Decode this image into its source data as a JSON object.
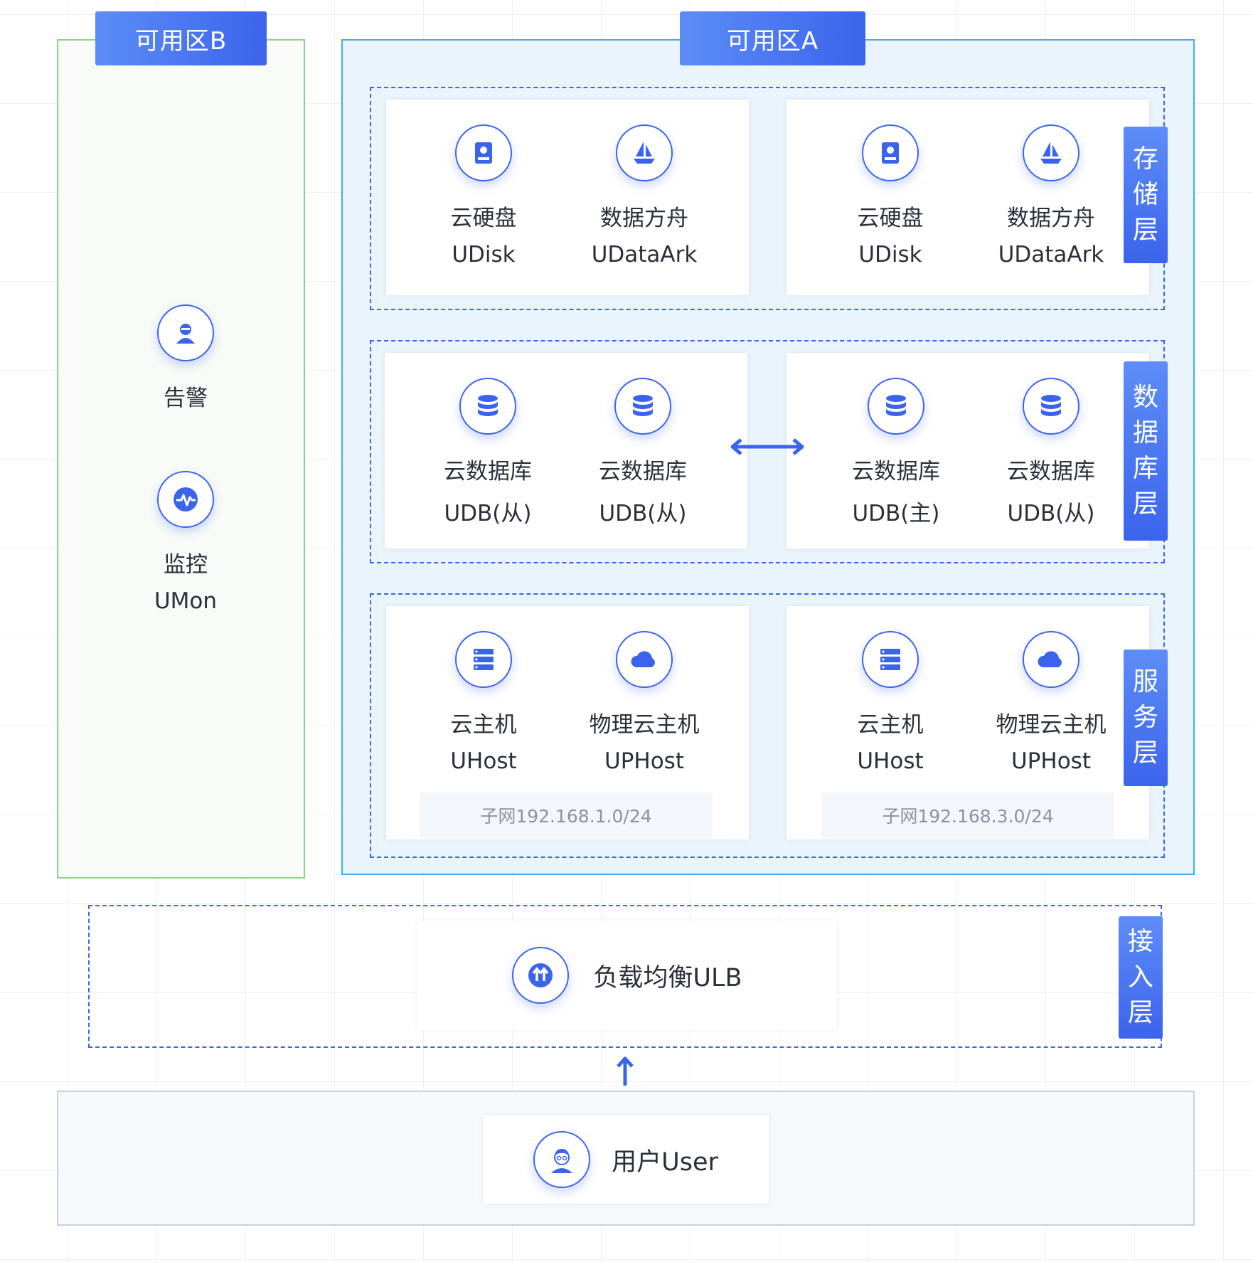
{
  "zones": {
    "zone_b_title": "可用区B",
    "zone_a_title": "可用区A"
  },
  "layers": {
    "storage": [
      "存",
      "储",
      "层"
    ],
    "database": [
      "数",
      "据",
      "库",
      "层"
    ],
    "service": [
      "服",
      "务",
      "层"
    ],
    "access": [
      "接",
      "入",
      "层"
    ]
  },
  "zone_b": {
    "alert": {
      "icon": "alert-person-icon",
      "label": "告警"
    },
    "monitor": {
      "icon": "monitor-pulse-icon",
      "label": "监控",
      "sub": "UMon"
    }
  },
  "storage": {
    "left": [
      {
        "icon": "disk-icon",
        "label": "云硬盘",
        "sub": "UDisk"
      },
      {
        "icon": "sailboat-icon",
        "label": "数据方舟",
        "sub": "UDataArk"
      }
    ],
    "right": [
      {
        "icon": "disk-icon",
        "label": "云硬盘",
        "sub": "UDisk"
      },
      {
        "icon": "sailboat-icon",
        "label": "数据方舟",
        "sub": "UDataArk"
      }
    ]
  },
  "database": {
    "left": [
      {
        "icon": "database-icon",
        "label": "云数据库",
        "sub": "UDB(从)"
      },
      {
        "icon": "database-icon",
        "label": "云数据库",
        "sub": "UDB(从)"
      }
    ],
    "right": [
      {
        "icon": "database-icon",
        "label": "云数据库",
        "sub": "UDB(主)"
      },
      {
        "icon": "database-icon",
        "label": "云数据库",
        "sub": "UDB(从)"
      }
    ]
  },
  "service": {
    "left": [
      {
        "icon": "server-icon",
        "label": "云主机",
        "sub": "UHost"
      },
      {
        "icon": "cloud-icon",
        "label": "物理云主机",
        "sub": "UPHost"
      }
    ],
    "right": [
      {
        "icon": "server-icon",
        "label": "云主机",
        "sub": "UHost"
      },
      {
        "icon": "cloud-icon",
        "label": "物理云主机",
        "sub": "UPHost"
      }
    ],
    "subnet_left": "子网192.168.1.0/24",
    "subnet_right": "子网192.168.3.0/24"
  },
  "access": {
    "icon": "load-balancer-icon",
    "label": "负载均衡ULB"
  },
  "user": {
    "icon": "user-avatar-icon",
    "label": "用户User"
  },
  "colors": {
    "accent": "#3b64ec",
    "zone_b_border": "#8fd18a",
    "zone_a_border": "#4aa7e8",
    "zone_a_fill": "#eaf4fc"
  }
}
